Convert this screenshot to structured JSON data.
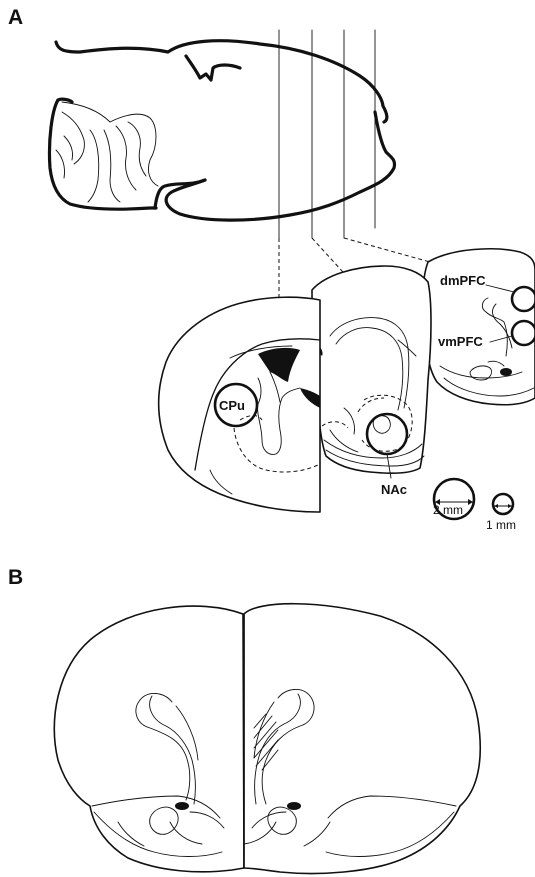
{
  "figure": {
    "panel_a": {
      "letter": "A"
    },
    "panel_b": {
      "letter": "B"
    },
    "regions": {
      "dmpfc": "dmPFC",
      "vmpfc": "vmPFC",
      "cpu": "CPu",
      "nac": "NAc"
    },
    "scale_bars": {
      "large": "2 mm",
      "small": "1 mm"
    }
  }
}
